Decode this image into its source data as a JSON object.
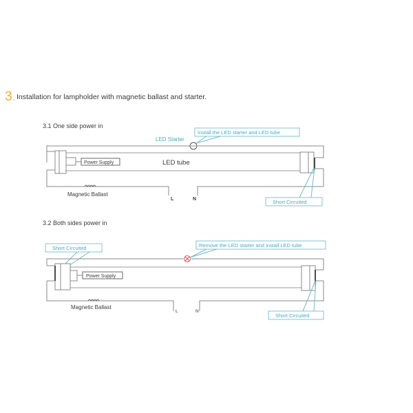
{
  "heading": {
    "number": "3",
    "separator": ".",
    "title": "Installation for lampholder with magnetic  ballast and starter."
  },
  "section_1": {
    "title": "3.1  One side power in",
    "starter_label": "LED Starter",
    "callout_install": "Install the LED starter and LED tube",
    "tube_label": "LED tube",
    "power_supply": "Power Supply",
    "ballast_label": "Magnetic Ballast",
    "live": "L",
    "neutral": "N",
    "short_circuited": "Short Circuited"
  },
  "section_2": {
    "title": "3.2  Both sides power in",
    "short_circuited_left": "Short Circuited",
    "callout_remove": "Remove the LED starter and install LED tube",
    "power_supply": "Power Supply",
    "ballast_label": "Magnetic Ballast",
    "live": "L",
    "neutral": "N",
    "short_circuited_right": "Short Circuited"
  },
  "colors": {
    "accent_orange": "#f0b02a",
    "callout_teal": "#4aa9c2",
    "starter_removed_red": "#d9505a",
    "line_gray": "#8a8a8a"
  }
}
